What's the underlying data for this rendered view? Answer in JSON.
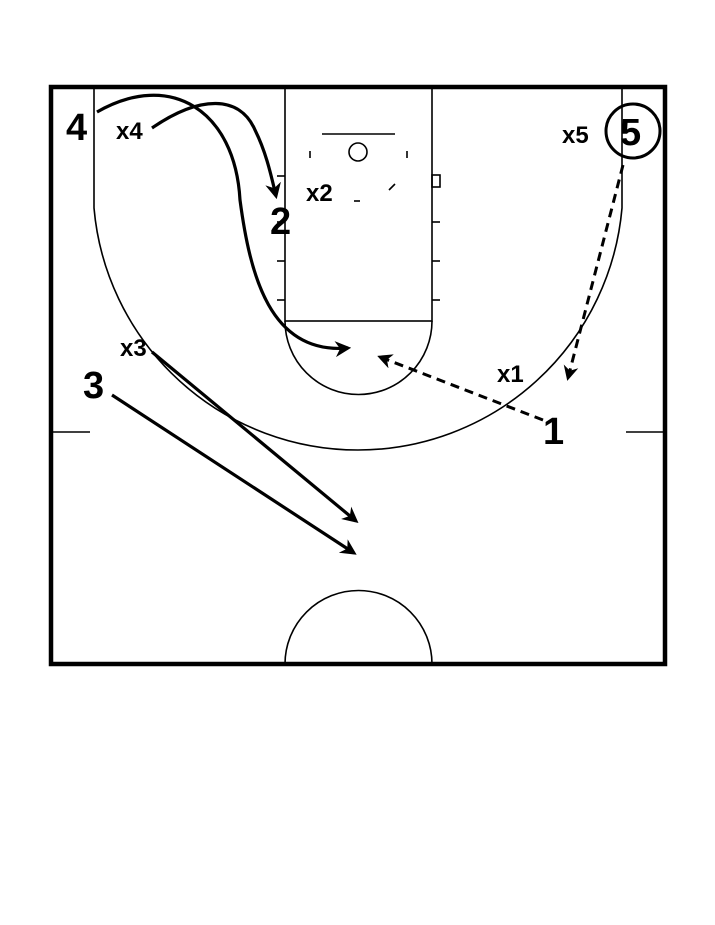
{
  "colors": {
    "ink": "#000000",
    "background": "#ffffff"
  },
  "offense": [
    {
      "id": "p1",
      "label": "1"
    },
    {
      "id": "p2",
      "label": "2"
    },
    {
      "id": "p3",
      "label": "3"
    },
    {
      "id": "p4",
      "label": "4"
    },
    {
      "id": "p5",
      "label": "5",
      "circled": true
    }
  ],
  "defense": [
    {
      "id": "x1",
      "label": "x1"
    },
    {
      "id": "x2",
      "label": "x2"
    },
    {
      "id": "x3",
      "label": "x3"
    },
    {
      "id": "x4",
      "label": "x4"
    },
    {
      "id": "x5",
      "label": "x5"
    }
  ]
}
